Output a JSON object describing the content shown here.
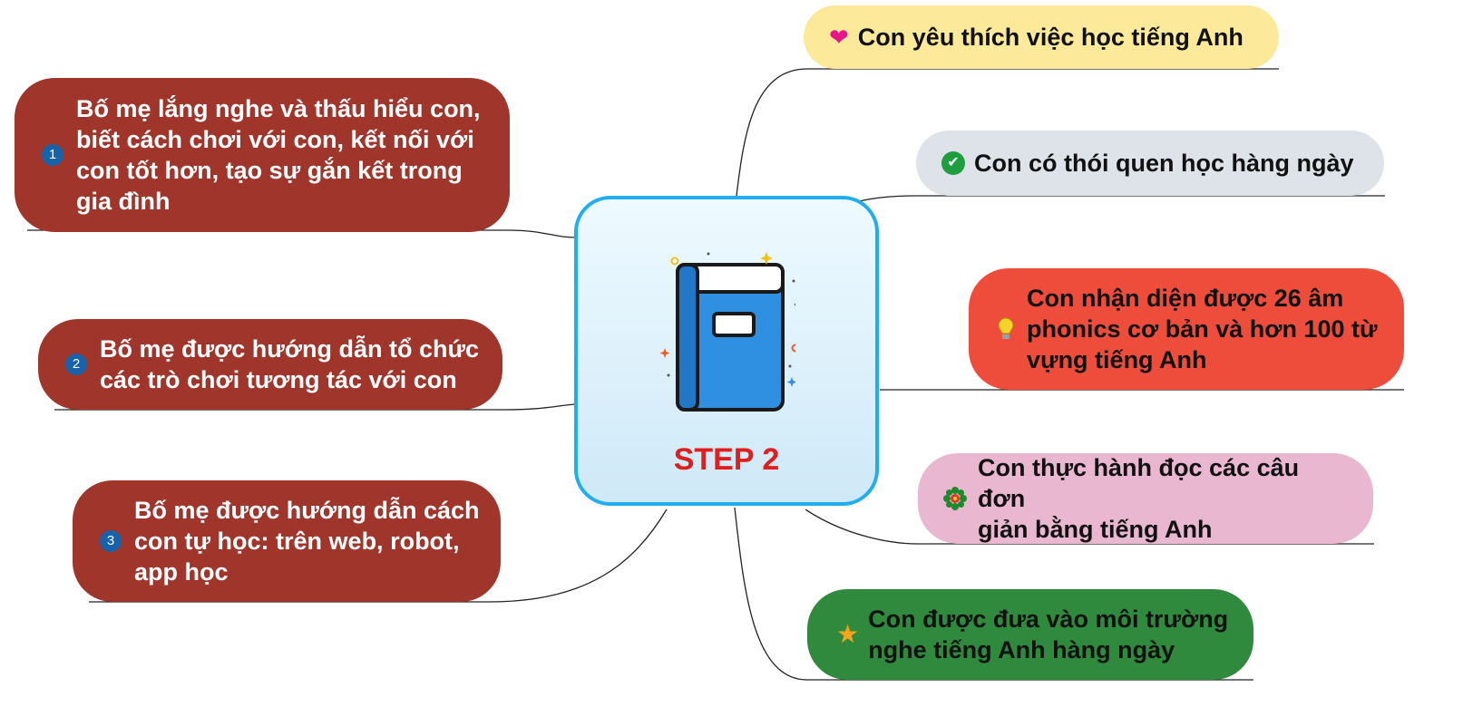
{
  "center": {
    "title": "STEP 2",
    "icon": "book-icon"
  },
  "left_nodes": [
    {
      "number": "1",
      "lines": [
        "Bố mẹ lắng nghe và thấu hiểu con,",
        "biết cách chơi với con, kết nối với",
        "con tốt hơn, tạo sự gắn kết trong",
        "gia đình"
      ]
    },
    {
      "number": "2",
      "lines": [
        "Bố mẹ được hướng dẫn tổ chức",
        "các trò chơi tương tác với con"
      ]
    },
    {
      "number": "3",
      "lines": [
        "Bố mẹ được hướng dẫn cách",
        "con tự học: trên web, robot,",
        "app học"
      ]
    }
  ],
  "right_nodes": [
    {
      "icon": "heart-icon",
      "glyph": "❤",
      "icon_color": "#e8148a",
      "background": "#fde99a",
      "lines": [
        "Con yêu thích việc học tiếng Anh"
      ]
    },
    {
      "icon": "check-circle-icon",
      "glyph": "✔",
      "icon_color": "#1e9e3e",
      "background": "#dde3e8",
      "lines": [
        "Con có thói quen học hàng ngày"
      ]
    },
    {
      "icon": "lightbulb-icon",
      "glyph": "💡",
      "icon_color": "#f5c518",
      "background": "#ee4d3b",
      "lines": [
        "Con nhận diện được 26 âm",
        "phonics cơ bản và hơn 100 từ",
        "vựng tiếng Anh"
      ]
    },
    {
      "icon": "flower-icon",
      "glyph": "✿",
      "icon_color": "#1d8a2c",
      "background": "#e9b7d0",
      "lines": [
        "Con thực hành đọc các câu đơn",
        "giản bằng tiếng Anh"
      ]
    },
    {
      "icon": "star-icon",
      "glyph": "★",
      "icon_color": "#f7a21b",
      "background": "#2f8a3e",
      "lines": [
        "Con được đưa vào môi trường",
        "nghe tiếng Anh hàng ngày"
      ]
    }
  ],
  "colors": {
    "left_node": "#a0352b",
    "number_badge": "#1762a8",
    "center_border": "#21aef0",
    "center_title": "#e21d1d"
  }
}
